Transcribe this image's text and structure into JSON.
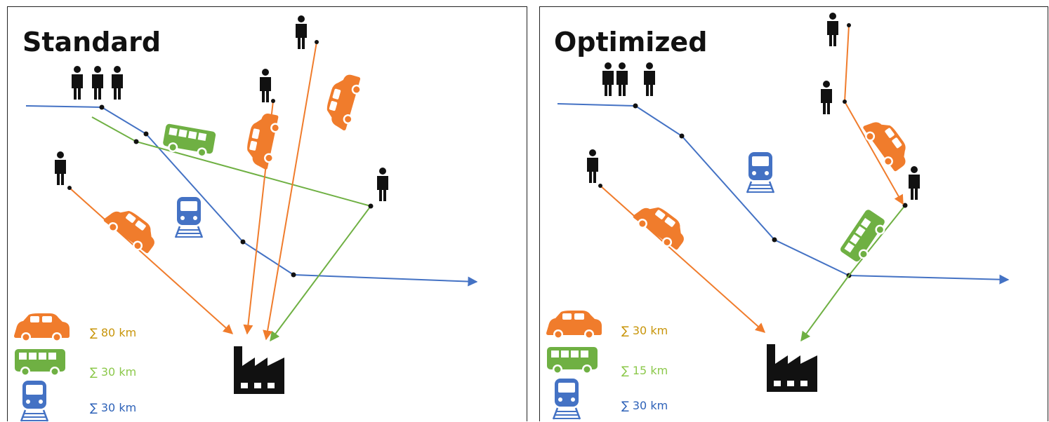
{
  "colors": {
    "car": "#f07c2c",
    "bus": "#6fb043",
    "train": "#4472c4",
    "person": "#111111",
    "factory": "#111111",
    "car_sum_text": "#c8950a",
    "bus_sum_text": "#8cc84b",
    "train_sum_text": "#2e62b8"
  },
  "icons": [
    "person-icon",
    "car-icon",
    "bus-icon",
    "train-icon",
    "factory-icon"
  ],
  "panels": {
    "standard": {
      "title": "Standard",
      "legend": {
        "car": "∑ 80 km",
        "bus": "∑ 30 km",
        "train": "∑ 30 km"
      }
    },
    "optimized": {
      "title": "Optimized",
      "legend": {
        "car": "∑ 30 km",
        "bus": "∑ 15 km",
        "train": "∑ 30 km"
      }
    }
  }
}
